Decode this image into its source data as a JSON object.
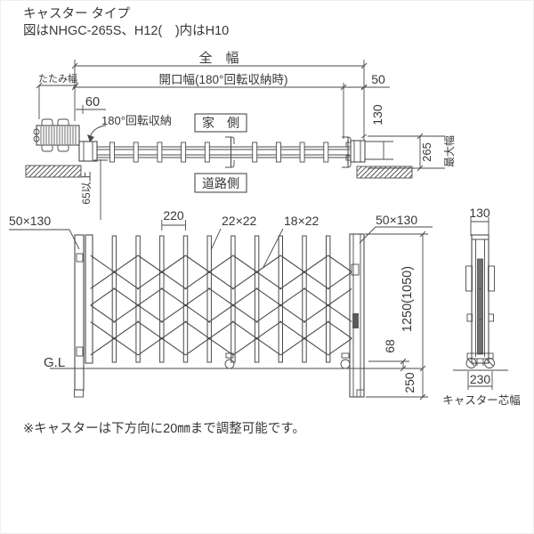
{
  "title": {
    "line1": "キャスター タイプ",
    "line2": "図はNHGC-265S、H12(　)内はH10"
  },
  "plan": {
    "total_width_label": "全　幅",
    "opening_width_label": "開口幅(180°回転収納時)",
    "dim_50": "50",
    "dim_130": "130",
    "dim_60": "60",
    "folded_width_label": "たたみ幅",
    "rotation_label": "180°回転収納",
    "house_side_label": "家　側",
    "road_side_label": "道路側",
    "dim_265": "265",
    "max_width_label": "最大幅",
    "clearance_label": "65以上"
  },
  "elevation": {
    "post_section_left": "50×130",
    "post_section_right": "50×130",
    "pitch_label": "220",
    "picket_section_label": "22×22",
    "arm_section_label": "18×22",
    "height_label": "1250(1050)",
    "ground_gap_label": "68",
    "embed_depth_label": "250",
    "ground_line_label": "G.L"
  },
  "side_view": {
    "width_label": "130",
    "caster_width": "230",
    "caster_width_caption": "キャスター芯幅"
  },
  "note": "※キャスターは下方向に20㎜まで調整可能です。",
  "colors": {
    "line": "#4a4a4a",
    "text": "#383838",
    "background": "#ffffff"
  }
}
